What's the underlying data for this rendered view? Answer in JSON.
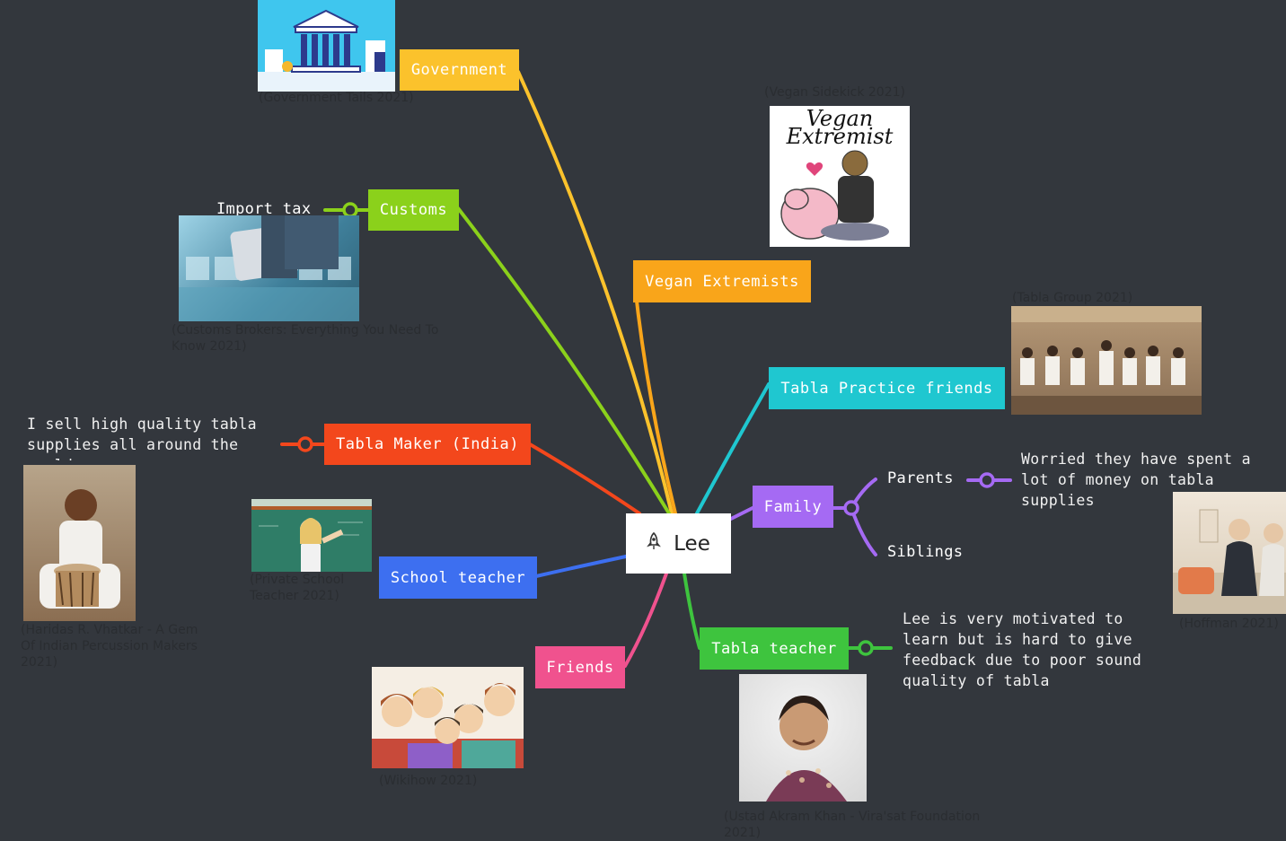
{
  "central": {
    "icon": "rocket-icon",
    "label": "Lee"
  },
  "branches": {
    "government": {
      "label": "Government",
      "color": "#fbc22c",
      "caption": "(Government Tails 2021)"
    },
    "customs": {
      "label": "Customs",
      "color": "#8bd11b",
      "child": "Import tax",
      "caption": "(Customs Brokers: Everything You Need To Know 2021)"
    },
    "vegan": {
      "label": "Vegan Extremists",
      "color": "#f9a51a",
      "caption": "(Vegan Sidekick 2021)"
    },
    "tabla_friends": {
      "label": "Tabla Practice friends",
      "color": "#1fc7d0",
      "caption": "(Tabla Group 2021)"
    },
    "tabla_maker": {
      "label": "Tabla Maker (India)",
      "color": "#f3471c",
      "note": "I sell high quality tabla supplies all around the world",
      "caption": "(Haridas R. Vhatkar - A Gem Of Indian Percussion Makers 2021)"
    },
    "school_teacher": {
      "label": "School teacher",
      "color": "#3d6ff0",
      "caption": "(Private School Teacher 2021)"
    },
    "family": {
      "label": "Family",
      "color": "#a56af3",
      "parents": "Parents",
      "siblings": "Siblings",
      "note": "Worried they have spent a lot of money on tabla supplies",
      "caption": "(Hoffman 2021)"
    },
    "friends": {
      "label": "Friends",
      "color": "#f0528e",
      "caption": "(Wikihow 2021)"
    },
    "tabla_teacher": {
      "label": "Tabla teacher",
      "color": "#3ec43e",
      "note": "Lee is very motivated to learn but is hard to give feedback due to poor sound quality of tabla",
      "caption": "(Ustad Akram Khan - Vira'sat Foundation 2021)"
    }
  },
  "images": {
    "government": "bank-building-illustration",
    "customs": "customs-concept-photo",
    "vegan": "vegan-extremist-cartoon",
    "tabla_group": "tabla-group-photo",
    "tabla_maker": "tabla-maker-photo",
    "school_teacher": "teacher-at-chalkboard-photo",
    "family": "family-on-couch-photo",
    "friends": "friends-cartoon",
    "tabla_teacher": "tabla-teacher-photo"
  }
}
